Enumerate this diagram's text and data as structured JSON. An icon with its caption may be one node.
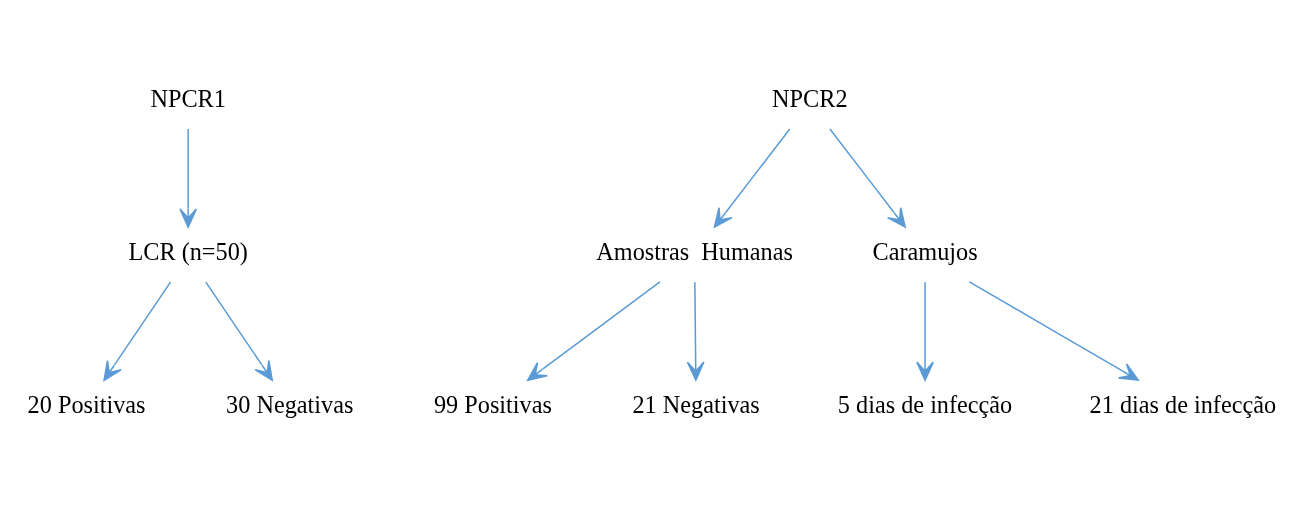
{
  "diagram": {
    "nodes": [
      {
        "text": [
          "NPCR1"
        ]
      },
      {
        "text": [
          "LCR (n=50)"
        ]
      },
      {
        "text": [
          "20 Positivas"
        ]
      },
      {
        "text": [
          "30 Negativas"
        ]
      },
      {
        "text": [
          "NPCR2"
        ]
      },
      {
        "text": [
          "Amostras  Humanas"
        ]
      },
      {
        "text": [
          "Caramujos"
        ]
      },
      {
        "text": [
          "99 Positivas"
        ]
      },
      {
        "text": [
          "21 Negativas"
        ]
      },
      {
        "text": [
          "5 dias de infecção"
        ]
      },
      {
        "text": [
          "21 dias de infecção"
        ]
      }
    ],
    "edges": [
      {
        "from": 0,
        "to": 1,
        "arrow": "to"
      },
      {
        "from": 1,
        "to": 2,
        "arrow": "to"
      },
      {
        "from": 1,
        "to": 3,
        "arrow": "to"
      },
      {
        "from": 4,
        "to": 5,
        "arrow": "to"
      },
      {
        "from": 4,
        "to": 6,
        "arrow": "to"
      },
      {
        "from": 5,
        "to": 7,
        "arrow": "to"
      },
      {
        "from": 5,
        "to": 8,
        "arrow": "to"
      },
      {
        "from": 6,
        "to": 9,
        "arrow": "to"
      },
      {
        "from": 6,
        "to": 10,
        "arrow": "to"
      }
    ]
  }
}
